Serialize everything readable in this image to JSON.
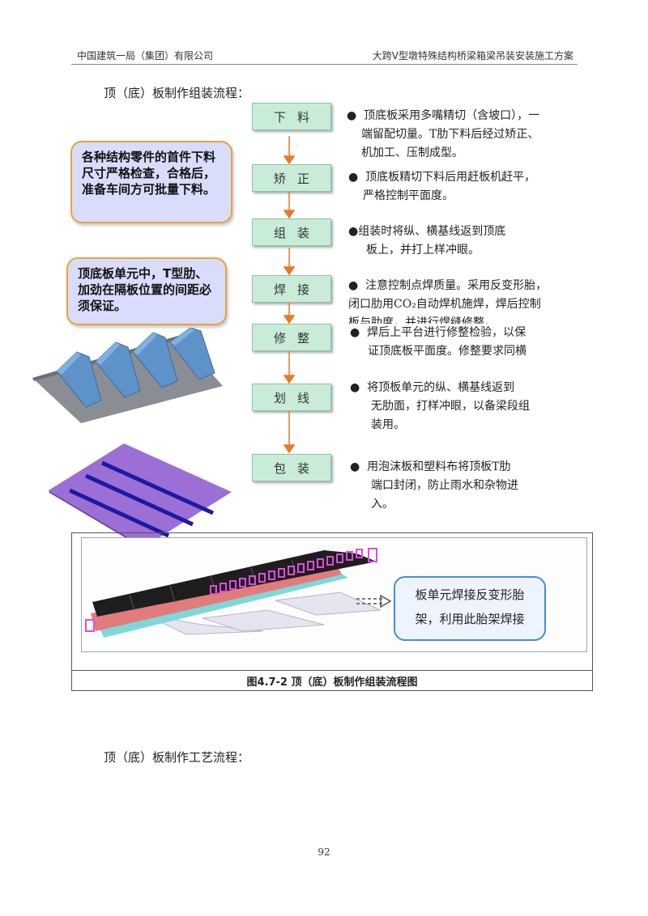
{
  "header": {
    "left": "中国建筑一局（集团）有限公司",
    "right": "大跨V型墩特殊结构桥梁箱梁吊装安装施工方案"
  },
  "section1_title": "顶（底）板制作组装流程：",
  "steps": [
    {
      "label": "下料",
      "desc": [
        "顶底板采用多嘴精切（含坡口），一",
        "端留配切量。T肋下料后经过矫正、",
        "机加工、压制成型。"
      ]
    },
    {
      "label": "矫正",
      "desc": [
        "顶底板精切下料后用赶板机赶平，",
        "严格控制平面度。"
      ]
    },
    {
      "label": "组装",
      "desc": [
        "组装时将纵、横基线返到顶底",
        "板上，并打上样冲眼。"
      ]
    },
    {
      "label": "焊接",
      "desc": [
        "注意控制点焊质量。采用反变形胎，",
        "闭口肋用CO₂自动焊机施焊，焊后控制",
        "板与肋度，并进行焊缝修整。"
      ]
    },
    {
      "label": "修整",
      "desc": [
        "焊后上平台进行修整检验，以保",
        "证顶底板平面度。修整要求同横"
      ]
    },
    {
      "label": "划线",
      "desc": [
        "将顶板单元的纵、横基线返到",
        "无肋面，打样冲眼，以备梁段组",
        "装用。"
      ]
    },
    {
      "label": "包装",
      "desc": [
        "用泡沫板和塑料布将顶板T肋",
        "端口封闭，防止雨水和杂物进",
        "入。"
      ]
    }
  ],
  "callouts": {
    "first": "各种结构零件的首件下料尺寸严格检查，合格后，准备车间方可批量下料。",
    "second": "顶底板单元中，T型肋、加劲在隔板位置的间距必须保证。"
  },
  "figure": {
    "note": "板单元焊接反变形胎架，利用此胎架焊接",
    "caption": "图4.7-2 顶（底）板制作组装流程图"
  },
  "section2_title": "顶（底）板制作工艺流程：",
  "page_number": "92",
  "colors": {
    "step_fill": "#c9ecd9",
    "arrow": "#e8782a",
    "callout_fill": "#d9dcfb",
    "callout_border": "#e9a43a"
  }
}
